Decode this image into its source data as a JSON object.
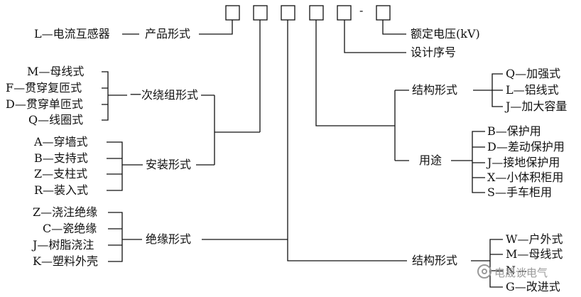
{
  "top_dash": "-",
  "left": {
    "product": {
      "item": "L—电流互感器",
      "label": "产品形式"
    },
    "winding": {
      "label": "一次绕组形式",
      "items": [
        "M—母线式",
        "F—贯穿复匝式",
        "D—贯穿单匝式",
        "Q—线圈式"
      ]
    },
    "install": {
      "label": "安装形式",
      "items": [
        "A—穿墙式",
        "B—支持式",
        "Z—支柱式",
        "R—装入式"
      ]
    },
    "insulation": {
      "label": "绝缘形式",
      "items": [
        "Z—浇注绝缘",
        "C—瓷绝缘",
        "J—树脂浇注",
        "K—塑料外壳"
      ]
    }
  },
  "right": {
    "voltage": "额定电压(kV)",
    "design": "设计序号",
    "structure1": {
      "label": "结构形式",
      "items": [
        "Q—加强式",
        "L—铝线式",
        "J—加大容量"
      ]
    },
    "usage": {
      "label": "用途",
      "items": [
        "B—保护用",
        "D—差动保护用",
        "J—接地保护用",
        "X—小体积柜用",
        "S—手车柜用"
      ]
    },
    "structure2": {
      "label": "结构形式",
      "items": [
        "W—户外式",
        "M—母线式",
        "N—",
        "G—改进式"
      ]
    }
  },
  "watermark": "电晟谈电气"
}
